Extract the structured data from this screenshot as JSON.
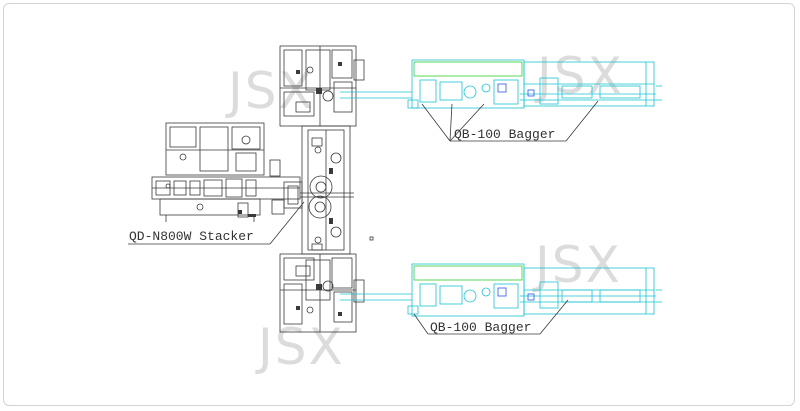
{
  "watermark": "JSX",
  "labels": {
    "stacker": "QD-N800W Stacker",
    "bagger_top": "QB-100 Bagger",
    "bagger_bottom": "QB-100 Bagger"
  },
  "colors": {
    "line_dark": "#3a3a3a",
    "line_cyan": "#19c4d2",
    "line_green": "#32cd32",
    "line_blue": "#2a56e6",
    "watermark": "#dcdcdc",
    "label_text": "#333333"
  }
}
